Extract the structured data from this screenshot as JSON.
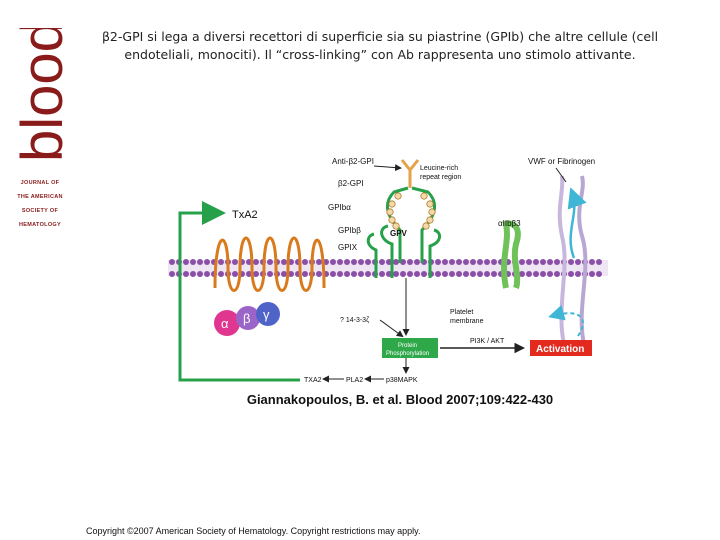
{
  "sidebar": {
    "logo_text": "blood",
    "journal_lines": [
      "JOURNAL OF",
      "THE AMERICAN",
      "SOCIETY OF",
      "HEMATOLOGY"
    ],
    "brand_color": "#8a1b1b"
  },
  "caption": {
    "text": "β2-GPI si lega a diversi recettori di superficie sia su piastrine (GPIb) che altre cellule (cell endoteliali, monociti). Il “cross-linking” con Ab rappresenta uno stimolo attivante."
  },
  "figure": {
    "labels": {
      "anti_b2gpi": "Anti-β2-GPI",
      "b2gpi": "β2-GPI",
      "leucine": "Leucine-rich",
      "repeat": "repeat region",
      "vwf": "VWF or Fibrinogen",
      "txa2_top": "TxA2",
      "gpiba": "GPIbα",
      "gpibb": "GPIbβ",
      "gpix": "GPIX",
      "gpv": "GPV",
      "aiib": "αIIbβ3",
      "alpha": "α",
      "beta": "β",
      "gamma": "γ",
      "ptag": "? 14-3-3ζ",
      "platelet1": "Platelet",
      "platelet2": "membrane",
      "protein1": "Protein",
      "protein2": "Phosphorylation",
      "pi3k": "PI3K / AKT",
      "activation": "Activation",
      "txa2_bottom": "TXA2",
      "pla2": "PLA2",
      "p38": "p38MAPK"
    },
    "colors": {
      "membrane": "#8b4fa8",
      "txa2_receptor": "#d97b1c",
      "alpha": "#e0368f",
      "beta": "#9b64c8",
      "gamma": "#4f63c8",
      "gp_green": "#27a04a",
      "aiib": "#6fc25a",
      "vwf": "#3fb6d6",
      "activation": "#e32a1f",
      "protein_box": "#2fa84a"
    }
  },
  "citation": "Giannakopoulos, B. et al. Blood 2007;109:422-430",
  "copyright": "Copyright ©2007 American Society of Hematology. Copyright restrictions may apply."
}
